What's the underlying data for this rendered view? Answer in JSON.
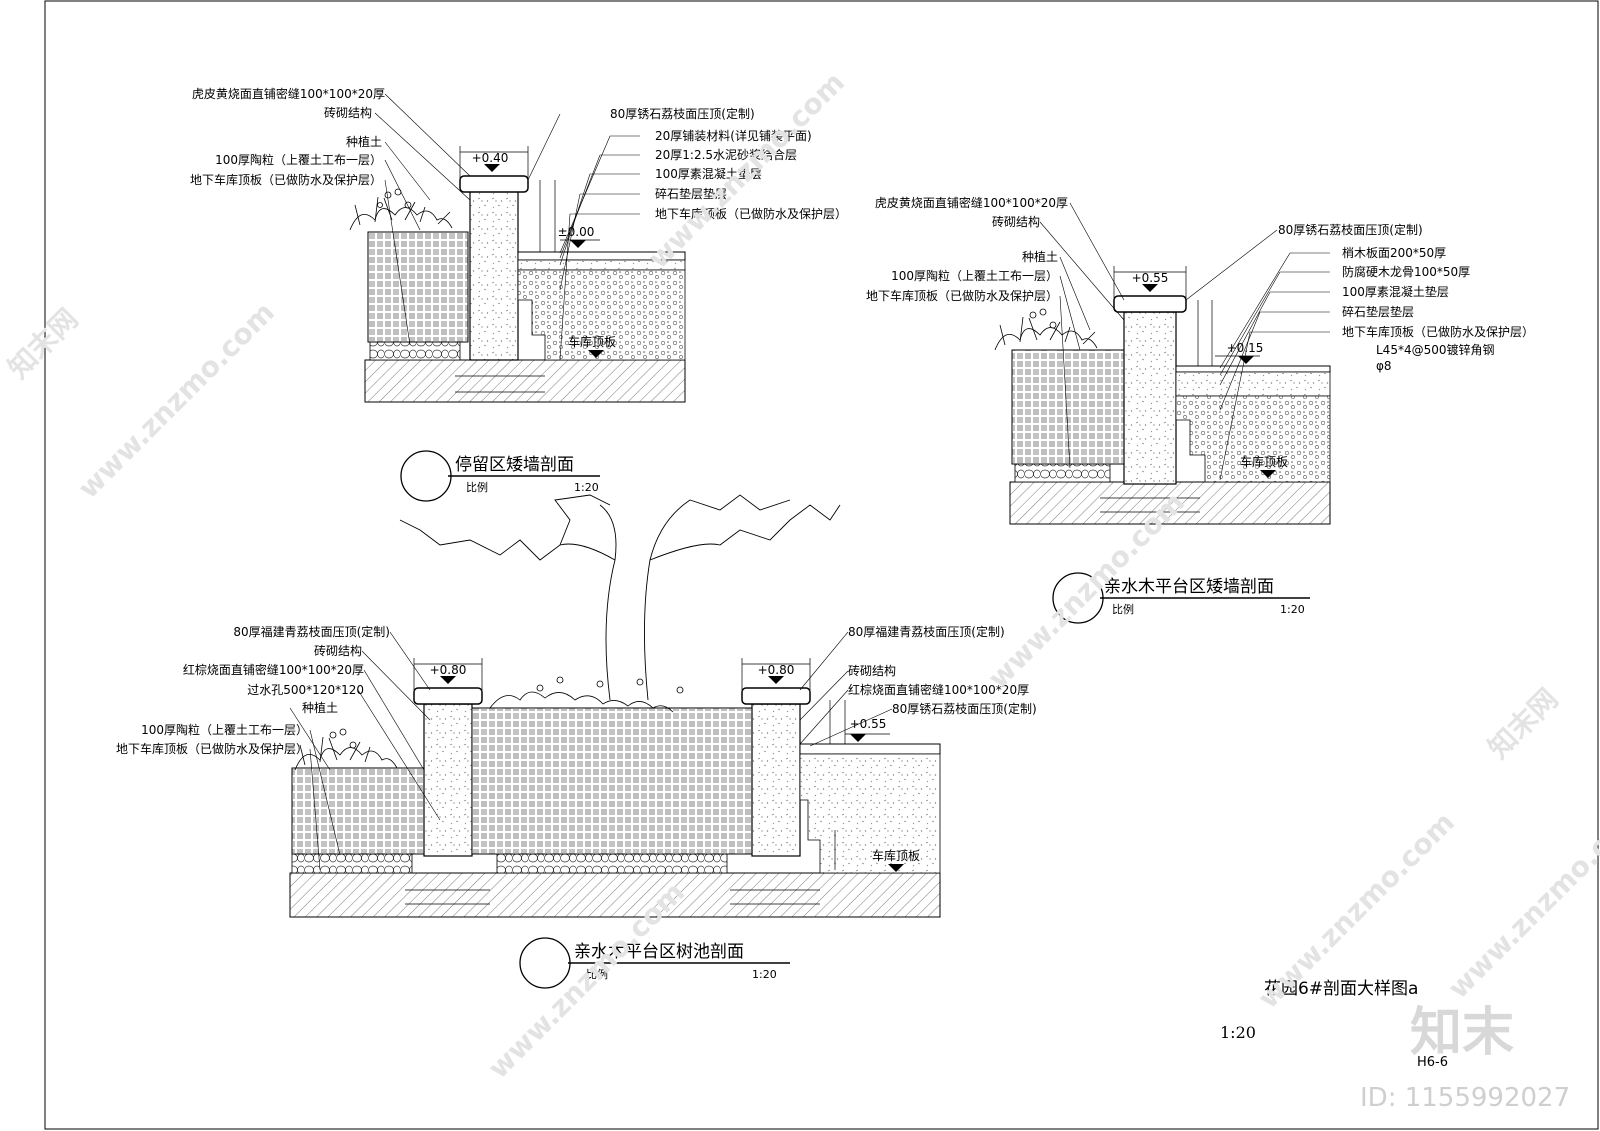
{
  "sections": [
    {
      "id": "stay-area",
      "title": "停留区矮墙剖面",
      "scale_label": "比例",
      "scale_value": "1:20",
      "left_labels": [
        "虎皮黄烧面直铺密缝100*100*20厚",
        "砖砌结构",
        "种植土",
        "100厚陶粒（上覆土工布一层）",
        "地下车库顶板（已做防水及保护层）"
      ],
      "right_labels": [
        "80厚锈石荔枝面压顶(定制)",
        "20厚铺装材料(详见铺装平面)",
        "20厚1:2.5水泥砂浆结合层",
        "100厚素混凝土垫层",
        "碎石垫层垫层",
        "地下车库顶板（已做防水及保护层）"
      ],
      "elev_top": "+0.40",
      "elev_ground": "±0.00",
      "slab_label": "车库顶板"
    },
    {
      "id": "waterfront-deck-wall",
      "title": "亲水木平台区矮墙剖面",
      "scale_label": "比例",
      "scale_value": "1:20",
      "left_labels": [
        "虎皮黄烧面直铺密缝100*100*20厚",
        "砖砌结构",
        "种植土",
        "100厚陶粒（上覆土工布一层）",
        "地下车库顶板（已做防水及保护层）"
      ],
      "right_labels": [
        "80厚锈石荔枝面压顶(定制)",
        "梢木板面200*50厚",
        "防腐硬木龙骨100*50厚",
        "100厚素混凝土垫层",
        "碎石垫层垫层",
        "地下车库顶板（已做防水及保护层）",
        "L45*4@500镀锌角钢",
        "φ8"
      ],
      "elev_top": "+0.55",
      "elev_ground": "+0.15",
      "slab_label": "车库顶板"
    },
    {
      "id": "waterfront-tree-pit",
      "title": "亲水木平台区树池剖面",
      "scale_label": "比例",
      "scale_value": "1:20",
      "left_labels": [
        "80厚福建青荔枝面压顶(定制)",
        "砖砌结构",
        "红棕烧面直铺密缝100*100*20厚",
        "过水孔500*120*120",
        "种植土",
        "100厚陶粒（上覆土工布一层）",
        "地下车库顶板（已做防水及保护层）"
      ],
      "right_labels": [
        "80厚福建青荔枝面压顶(定制)",
        "砖砌结构",
        "红棕烧面直铺密缝100*100*20厚",
        "80厚锈石荔枝面压顶(定制)"
      ],
      "elev_top_left": "+0.80",
      "elev_top_right": "+0.80",
      "elev_ground": "+0.55",
      "slab_label": "车库顶板"
    }
  ],
  "sheet": {
    "title": "花园6#剖面大样图a",
    "scale": "1:20",
    "sheet_no": "H6-6"
  },
  "watermark": {
    "brand": "知末",
    "site": "www.znzmo.com",
    "site_short": "知末网",
    "id_label": "ID: 1155992027"
  }
}
